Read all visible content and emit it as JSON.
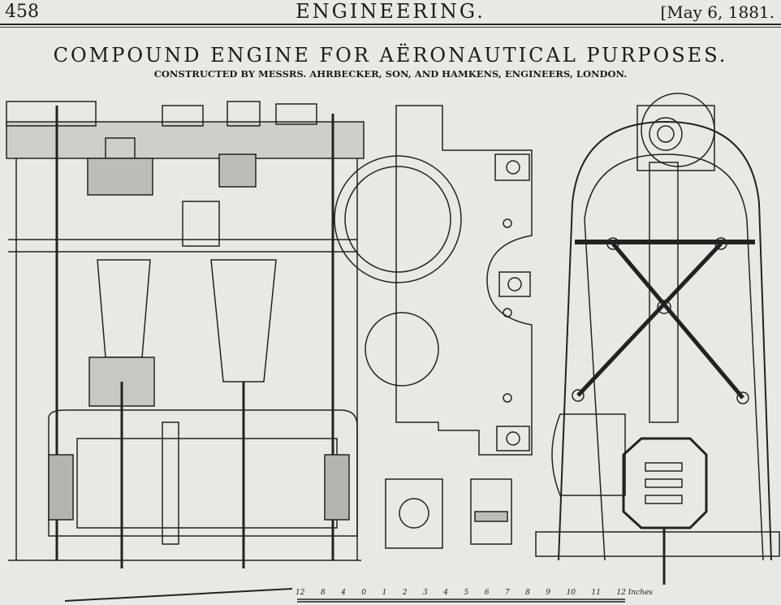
{
  "header": {
    "page_number": "458",
    "journal": "ENGINEERING.",
    "date": "[May 6, 1881."
  },
  "article": {
    "title": "COMPOUND ENGINE FOR AËRONAUTICAL PURPOSES.",
    "subtitle": "CONSTRUCTED BY MESSRS. AHRBECKER, SON, AND HAMKENS, ENGINEERS, LONDON."
  },
  "scale_bar": {
    "labels": [
      "12",
      "8",
      "4",
      "0",
      "1",
      "2",
      "3",
      "4",
      "5",
      "6",
      "7",
      "8",
      "9",
      "10",
      "11",
      "12 Inches"
    ]
  }
}
